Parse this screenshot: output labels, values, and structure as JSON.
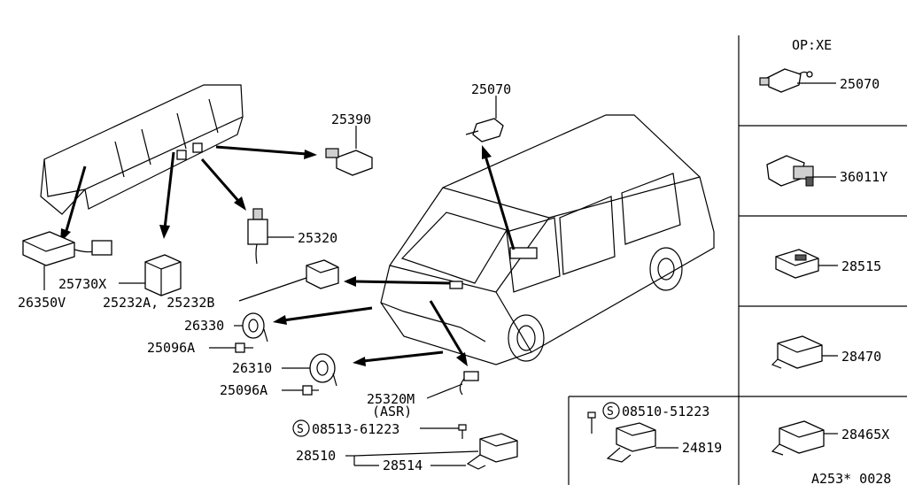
{
  "diagram": {
    "option_header": "OP:XE",
    "footer_code": "A253* 0028",
    "labels": {
      "p25070_top": "25070",
      "p25390": "25390",
      "p25320": "25320",
      "p26350v": "26350V",
      "p25730x": "25730X",
      "p25232": "25232A, 25232B",
      "p26330": "26330",
      "p25096a_1": "25096A",
      "p26310": "26310",
      "p25096a_2": "25096A",
      "p25320m": "25320M",
      "p25320m_sub": "(ASR)",
      "p08513": "08513-61223",
      "p28510": "28510",
      "p28514": "28514",
      "p08510": "08510-51223",
      "p24819": "24819",
      "p25070_right": "25070",
      "p36011y": "36011Y",
      "p28515": "28515",
      "p28470": "28470",
      "p28465x": "28465X",
      "s_symbol": "S"
    }
  }
}
